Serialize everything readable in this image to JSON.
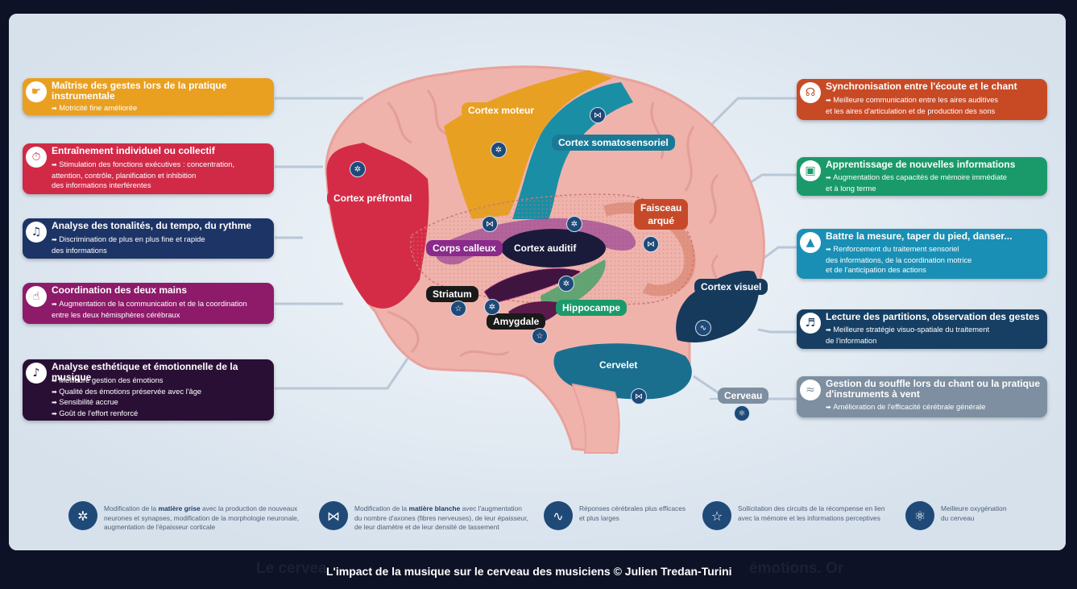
{
  "left_boxes": [
    {
      "title": "Maîtrise des gestes lors de la pratique instrumentale",
      "icon": "hand-icon",
      "color": "#e9a020",
      "items": [
        "Motricité fine améliorée"
      ]
    },
    {
      "title": "Entraînement individuel ou collectif",
      "icon": "stopwatch-icon",
      "color": "#d02a47",
      "items": [
        "Stimulation des fonctions exécutives : concentration,",
        "attention, contrôle, planification et inhibition",
        "des informations interférentes"
      ]
    },
    {
      "title": "Analyse des tonalités, du tempo, du rythme",
      "icon": "ear-icon",
      "color": "#1d3466",
      "items": [
        "Discrimination de plus en plus fine et rapide",
        "des informations"
      ]
    },
    {
      "title": "Coordination des deux mains",
      "icon": "hands-icon",
      "color": "#8e1a6a",
      "items": [
        "Augmentation de la communication et de la coordination",
        "entre les deux hémisphères cérébraux"
      ]
    },
    {
      "title": "Analyse esthétique et émotionnelle de la musique",
      "icon": "music-note-icon",
      "color": "#2a0f35",
      "items": [
        "Meilleure gestion des émotions",
        "Qualité des émotions préservée avec l'âge",
        "Sensibilité accrue",
        "Goût de l'effort renforcé"
      ]
    }
  ],
  "right_boxes": [
    {
      "title": "Synchronisation entre l'écoute et le chant",
      "icon": "listening-icon",
      "color": "#c84a25",
      "items": [
        "Meilleure communication entre les aires auditives",
        "et les aires d'articulation et de production des sons"
      ]
    },
    {
      "title": "Apprentissage de nouvelles informations",
      "icon": "board-icon",
      "color": "#1a9a6a",
      "items": [
        "Augmentation des capacités de mémoire immédiate",
        "et à long terme"
      ]
    },
    {
      "title": "Battre la mesure, taper du pied, danser...",
      "icon": "metronome-icon",
      "color": "#1a8fb5",
      "items": [
        "Renforcement du traitement sensoriel",
        "des informations, de la coordination motrice",
        "et de l'anticipation des actions"
      ]
    },
    {
      "title": "Lecture des partitions, observation des gestes",
      "icon": "clef-icon",
      "color": "#163f63",
      "items": [
        "Meilleure stratégie visuo-spatiale du traitement",
        "de l'information"
      ]
    },
    {
      "title": "Gestion du souffle lors du chant ou la pratique d'instruments à vent",
      "icon": "breath-icon",
      "color": "#7d8fa0",
      "items": [
        "Amélioration de l'efficacité cérébrale générale"
      ]
    }
  ],
  "brain_labels": {
    "cortex_moteur": "Cortex moteur",
    "cortex_somato": "Cortex somatosensoriel",
    "cortex_prefrontal": "Cortex préfrontal",
    "faisceau_arque": "Faisceau\narqué",
    "corps_calleux": "Corps calleux",
    "cortex_auditif": "Cortex auditif",
    "cortex_visuel": "Cortex visuel",
    "striatum": "Striatum",
    "hippocampe": "Hippocampe",
    "amygdale": "Amygdale",
    "cervelet": "Cervelet",
    "cerveau": "Cerveau"
  },
  "legend": [
    {
      "icon": "gray-matter-icon",
      "pre": "Modification de la ",
      "bold": "matière grise",
      "rest": " avec la production de nouveaux",
      "line2": "neurones et synapses, modification de la morphologie neuronale,",
      "line3": "augmentation de l'épaisseur corticale"
    },
    {
      "icon": "white-matter-icon",
      "pre": "Modification de la ",
      "bold": "matière blanche",
      "rest": " avec l'augmentation",
      "line2": "du nombre d'axones (fibres nerveuses), de leur épaisseur,",
      "line3": "de leur diamètre et de leur densité de tassement"
    },
    {
      "icon": "waveform-icon",
      "pre": "Réponses cérébrales plus efficaces",
      "bold": "",
      "rest": "",
      "line2": "et plus larges",
      "line3": ""
    },
    {
      "icon": "star-icon",
      "pre": "Sollicitation des circuits de la récompense en lien",
      "bold": "",
      "rest": "",
      "line2": "avec la mémoire et les informations perceptives",
      "line3": ""
    },
    {
      "icon": "molecule-icon",
      "pre": "Meilleure oxygénation",
      "bold": "",
      "rest": "",
      "line2": "du cerveau",
      "line3": ""
    }
  ],
  "caption": {
    "main": "L'impact de la musique sur le cerveau des musiciens © Julien Tredan-Turini",
    "behind_left": "Le cervea",
    "behind_right": "émotions. Or"
  }
}
